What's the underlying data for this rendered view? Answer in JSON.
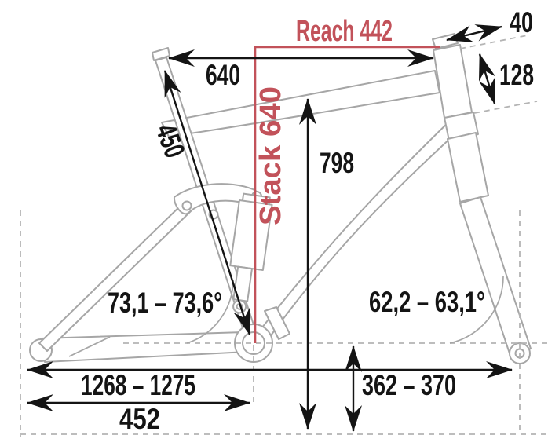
{
  "diagram": {
    "type": "bike-frame-geometry",
    "labels": {
      "reach": "Reach 442",
      "stack": "Stack 640",
      "top_640": "640",
      "seat_tube_450": "450",
      "stem_40": "40",
      "head_tube_128": "128",
      "height_798": "798",
      "seat_angle": "73,1 – 73,6°",
      "head_angle": "62,2 – 63,1°",
      "wheelbase": "1268 – 1275",
      "chainstay_452": "452",
      "bb_height": "362 – 370"
    },
    "colors": {
      "accent_red": "#c2525a",
      "frame_outline": "#a6a6a6",
      "dimension_black": "#141414",
      "guide_dashed": "#b4b4b4",
      "background": "#ffffff"
    }
  }
}
